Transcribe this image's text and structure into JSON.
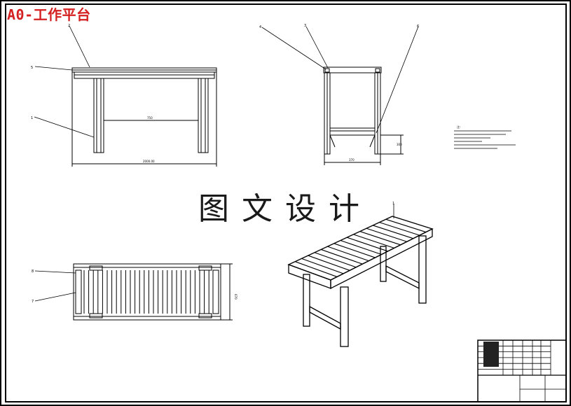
{
  "drawing": {
    "title": "A0-工作平台",
    "watermark": "图文设计",
    "accent_color": "#d42020",
    "line_color": "#000000"
  },
  "callouts": {
    "front": [
      "2",
      "5",
      "1"
    ],
    "side": [
      "4",
      "3",
      "6"
    ],
    "top": [
      "8",
      "7"
    ],
    "iso": [
      "1"
    ]
  },
  "dimensions": {
    "front_width": "2000.00",
    "front_inner": "750",
    "side_width": "370",
    "side_height": "300",
    "top_depth": "670"
  },
  "notes": {
    "heading": "注:"
  }
}
